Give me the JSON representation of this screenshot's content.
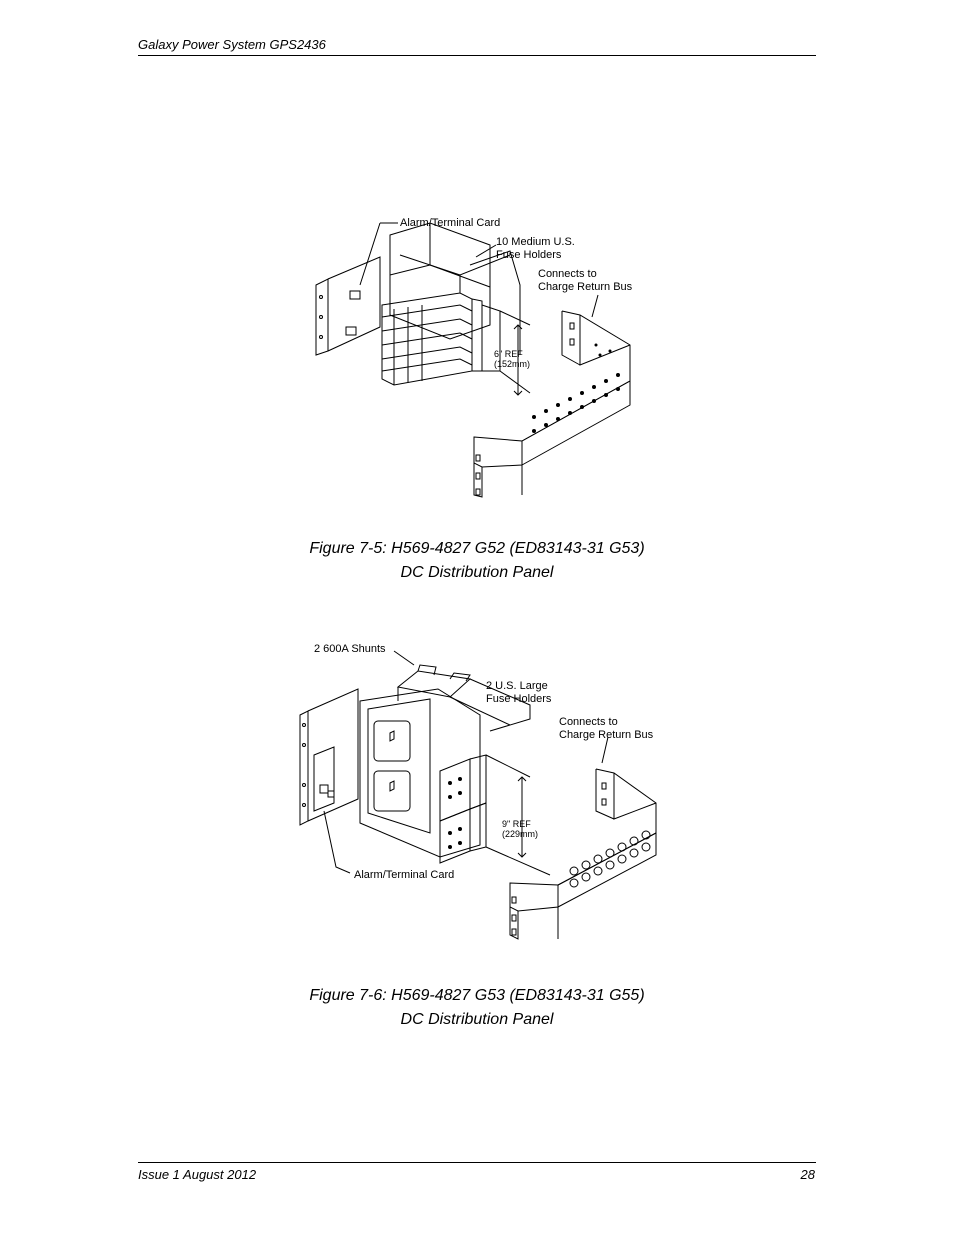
{
  "header": {
    "title": "Galaxy Power System GPS2436"
  },
  "figures": [
    {
      "labels": {
        "alarm_card": "Alarm/Terminal Card",
        "fuse_1": "10 Medium U.S.",
        "fuse_2": "Fuse Holders",
        "connects_1": "Connects to",
        "connects_2": "Charge Return Bus",
        "ref_1": "6\" REF",
        "ref_2": "(152mm)"
      },
      "caption_line1": "Figure 7-5: H569-4827 G52 (ED83143-31 G53)",
      "caption_line2": "DC Distribution Panel"
    },
    {
      "labels": {
        "shunts": "2 600A Shunts",
        "fuse_1": "2 U.S. Large",
        "fuse_2": "Fuse Holders",
        "connects_1": "Connects to",
        "connects_2": "Charge Return Bus",
        "ref_1": "9\" REF",
        "ref_2": "(229mm)",
        "alarm_card": "Alarm/Terminal Card"
      },
      "caption_line1": "Figure 7-6: H569-4827 G53 (ED83143-31 G55)",
      "caption_line2": "DC Distribution Panel"
    }
  ],
  "footer": {
    "issue": "Issue 1 August 2012",
    "page_number": "28"
  }
}
